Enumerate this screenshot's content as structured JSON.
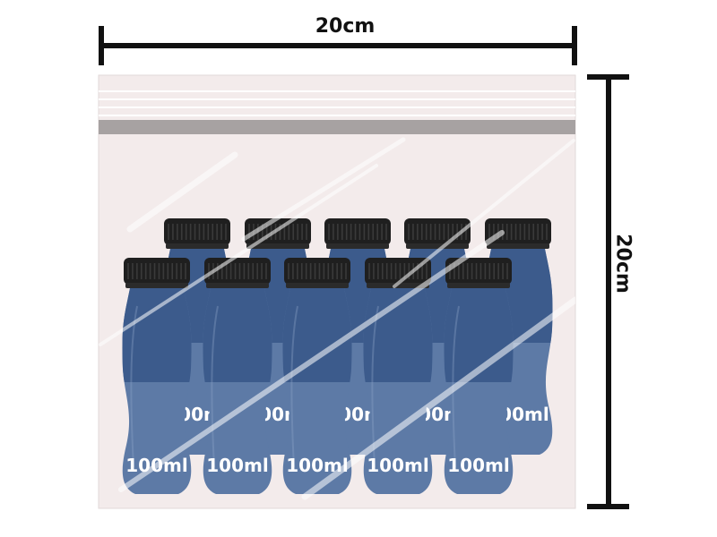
{
  "dimensions": {
    "width_label": "20cm",
    "height_label": "20cm"
  },
  "bottles": {
    "label": "100ml",
    "back_row_count": 5,
    "front_row_count": 5
  },
  "colors": {
    "bag_fill": "#f3ebeb",
    "zipper_band": "#a7a2a2",
    "bottle_body": "#5d7aa6",
    "bottle_top": "#3c5b8c",
    "cap": "#1f1f1f",
    "label_text": "#ffffff",
    "dimension_line": "#111111"
  }
}
